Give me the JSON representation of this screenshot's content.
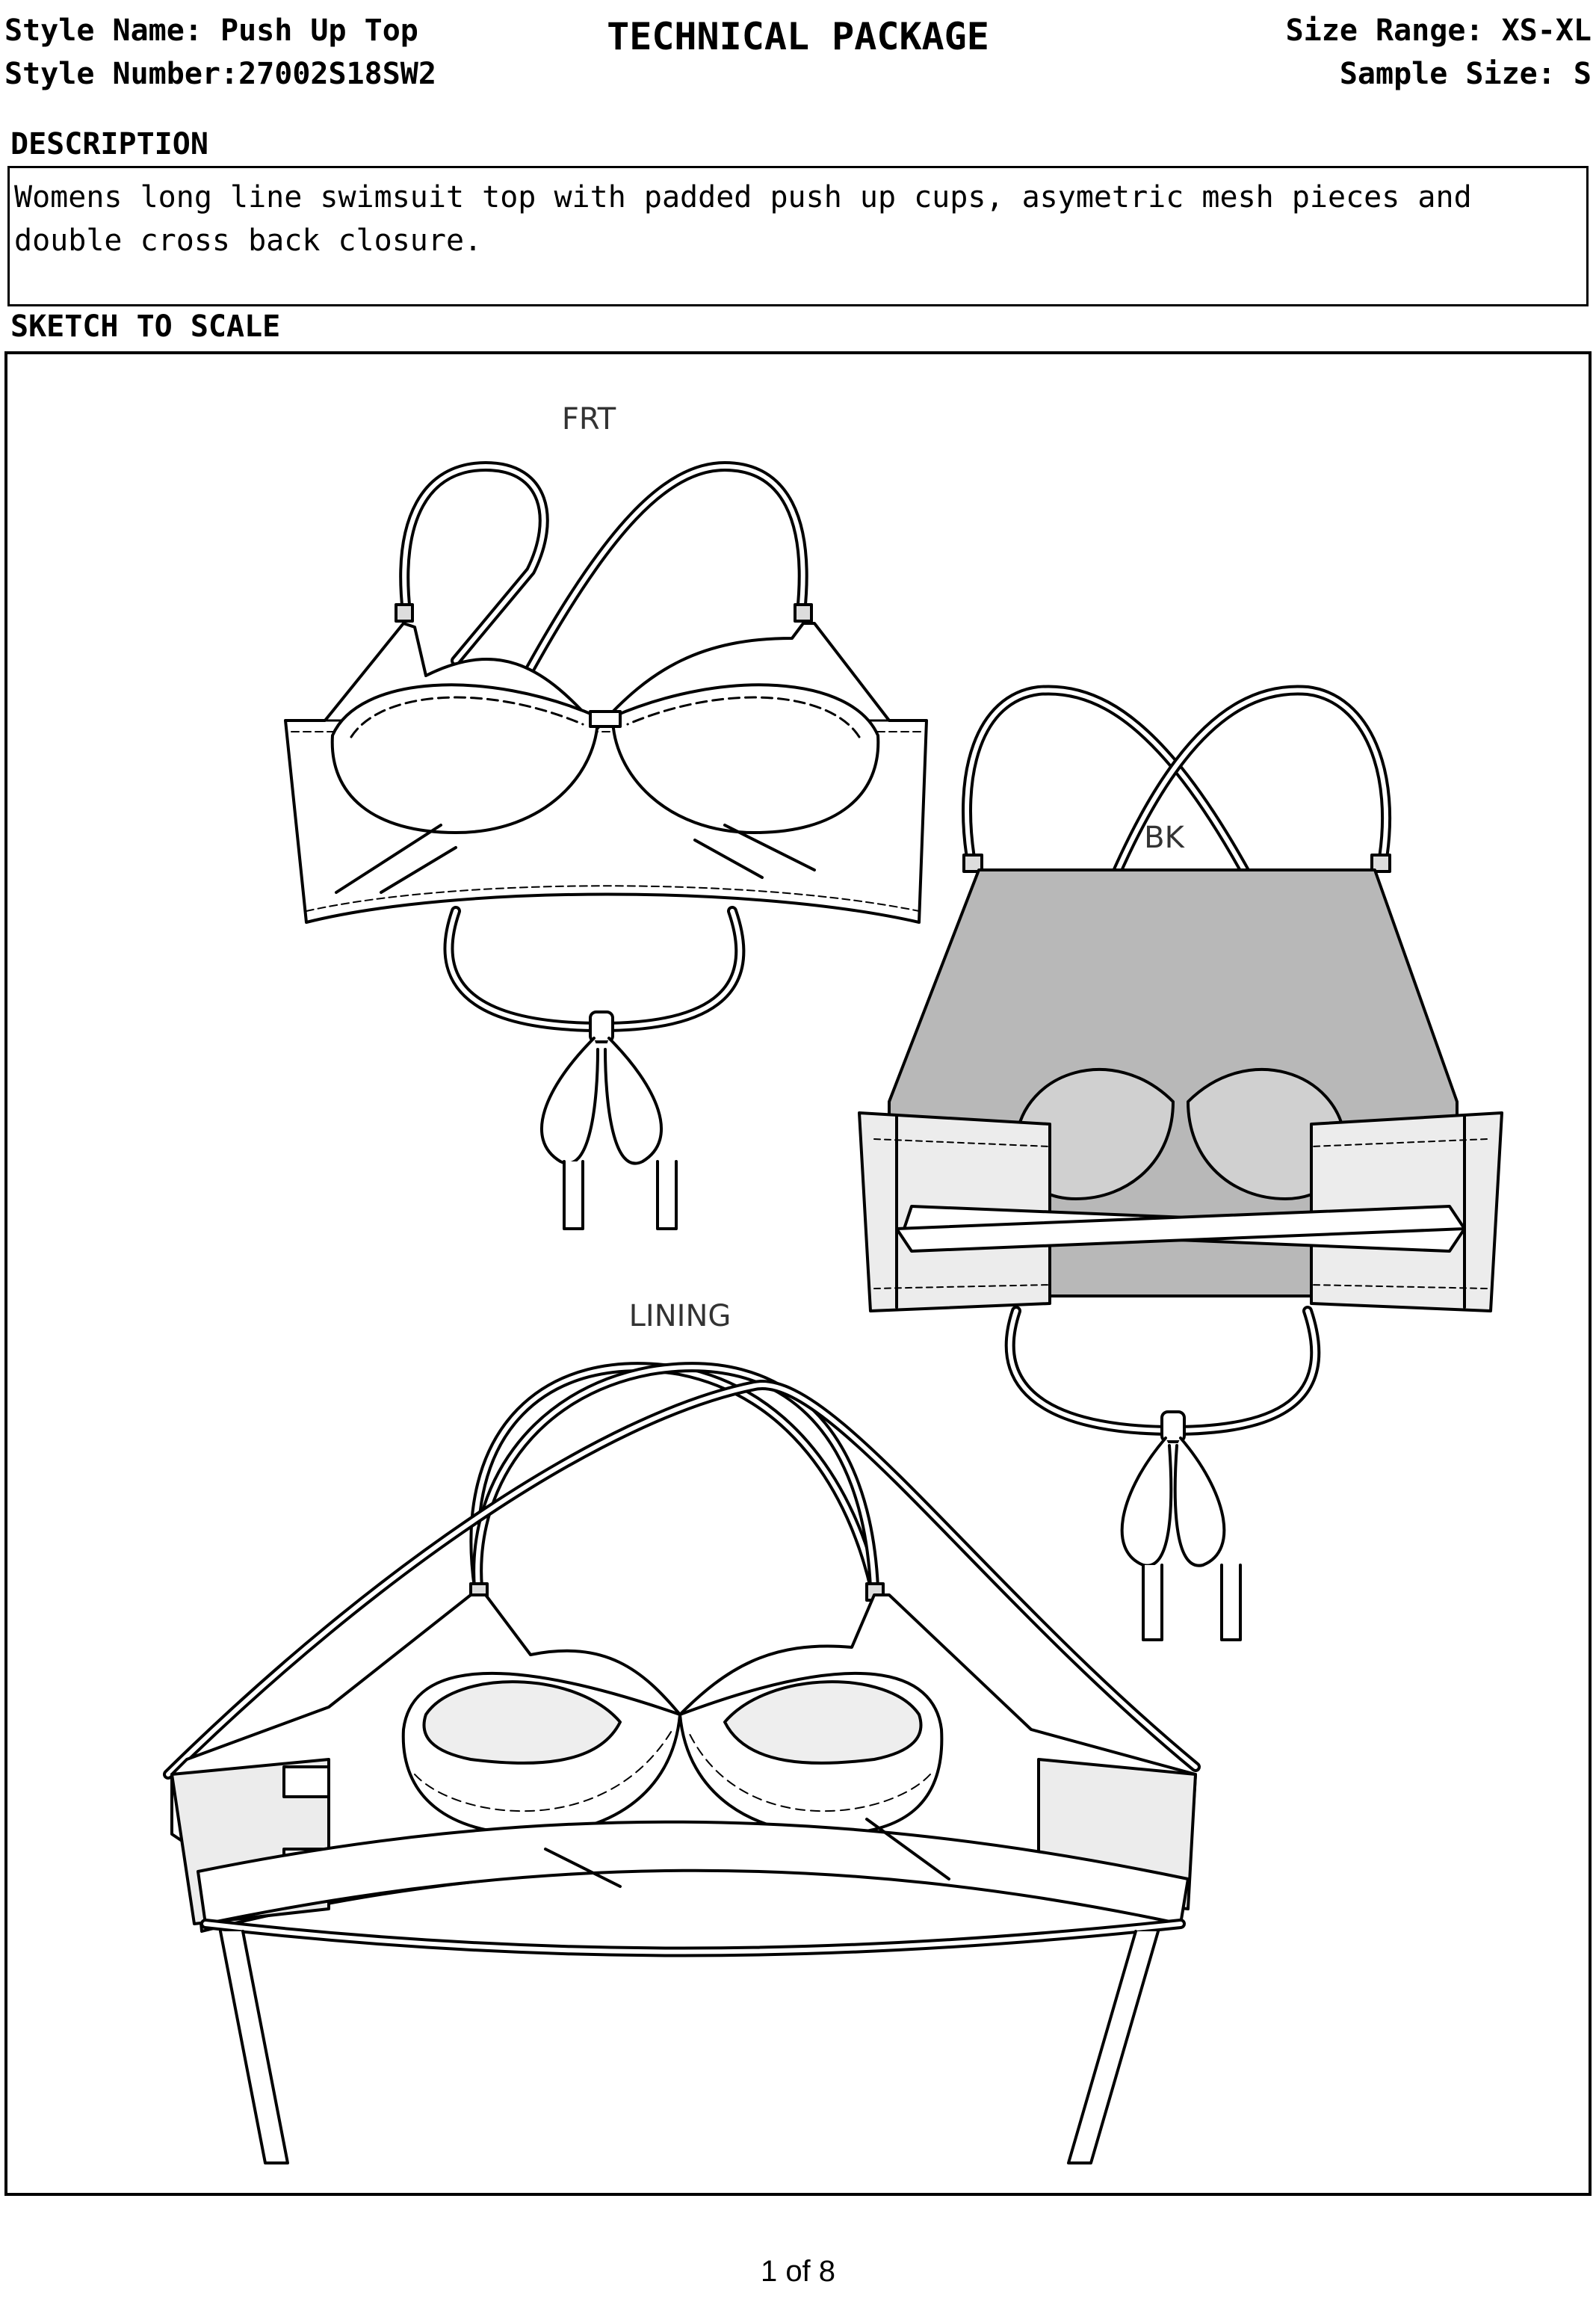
{
  "header": {
    "style_name_label": "Style Name: Push Up Top",
    "style_number_label": "Style Number:27002S18SW2",
    "title": "TECHNICAL PACKAGE",
    "size_range_label": "Size Range: XS-XL",
    "sample_size_label": "Sample Size: S"
  },
  "description": {
    "heading": "DESCRIPTION",
    "text": "Womens long line swimsuit top with padded push up cups, asymetric mesh pieces and double cross back closure."
  },
  "sketch": {
    "heading": "SKETCH TO SCALE",
    "views": {
      "front": "FRT",
      "back": "BK",
      "lining": "LINING"
    }
  },
  "footer": {
    "page": "1 of 8"
  },
  "colors": {
    "line": "#000000",
    "back_fill": "#b8b8b8",
    "band_fill": "#ececec"
  }
}
